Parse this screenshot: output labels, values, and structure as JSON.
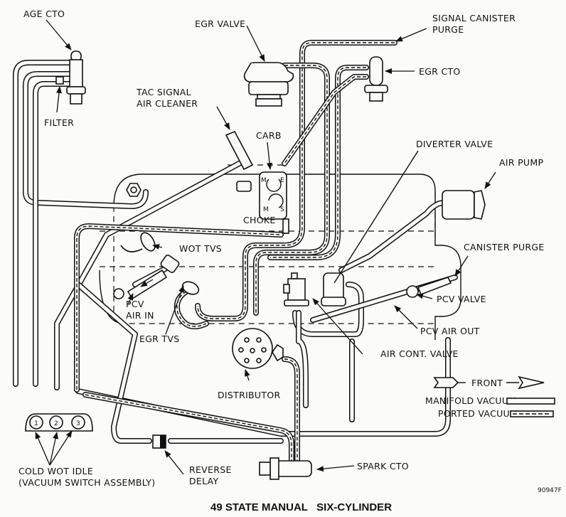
{
  "diagram": {
    "title": "49 STATE MANUAL   SIX-CYLINDER",
    "figure_id": "90947F",
    "labels": {
      "age_cto": "AGE CTO",
      "filter": "FILTER",
      "egr_valve": "EGR VALVE",
      "tac_signal_1": "TAC SIGNAL",
      "tac_signal_2": "AIR CLEANER",
      "carb": "CARB",
      "choke": "CHOKE",
      "signal_canister_1": "SIGNAL CANISTER",
      "signal_canister_2": "PURGE",
      "egr_cto": "EGR CTO",
      "diverter_valve": "DIVERTER VALVE",
      "air_pump": "AIR PUMP",
      "wot_tvs": "WOT TVS",
      "pcv_air_in_1": "PCV",
      "pcv_air_in_2": "AIR IN",
      "egr_tvs": "EGR TVS",
      "canister_purge": "CANISTER PURGE",
      "pcv_valve": "PCV VALVE",
      "pcv_air_out": "PCV AIR OUT",
      "air_cont_valve": "AIR CONT. VALVE",
      "distributor": "DISTRIBUTOR",
      "cold_wot_idle_1": "COLD WOT IDLE",
      "cold_wot_idle_2": "(VACUUM SWITCH ASSEMBLY)",
      "reverse_delay_1": "REVERSE",
      "reverse_delay_2": "DELAY",
      "spark_cto": "SPARK CTO",
      "carb_ports": {
        "m_top": "M",
        "e": "E",
        "m_bottom": "M",
        "s": "S"
      },
      "switch_ports": [
        "1",
        "2",
        "3"
      ]
    },
    "legend": {
      "front": "FRONT",
      "manifold_vacuum": "MANIFOLD VACUUM",
      "ported_vacuum": "PORTED VACUUM"
    }
  }
}
